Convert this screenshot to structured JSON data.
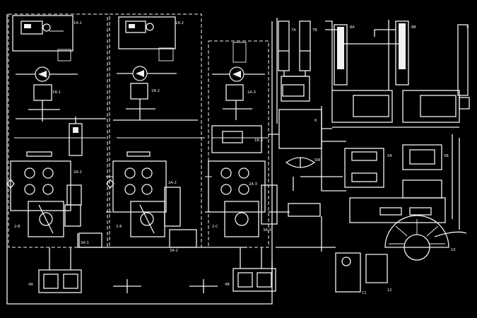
{
  "components": {
    "left_pump_unit": {
      "tags": [
        "1A-1",
        "1B-1",
        "2A-1",
        "2-B",
        "3A-1"
      ]
    },
    "middle_pump_unit": {
      "tags": [
        "1A-2",
        "1B-2",
        "2A-2",
        "2-8",
        "3A-2"
      ]
    },
    "right_pump_unit": {
      "tags": [
        "1A-3",
        "1B-3",
        "2A-3",
        "2-C",
        "3A-3"
      ]
    },
    "lift_cylinders": {
      "tags": [
        "7A",
        "7B",
        "8A",
        "8B",
        "9"
      ]
    },
    "steering_unit": {
      "tags": [
        "SW",
        "6",
        "5A",
        "5B",
        "10"
      ]
    },
    "bottom_valves": {
      "tags": [
        "4A",
        "4B",
        "11",
        "12"
      ]
    }
  },
  "colors": {
    "background": "#000000",
    "lines": "#f2f2f2"
  }
}
